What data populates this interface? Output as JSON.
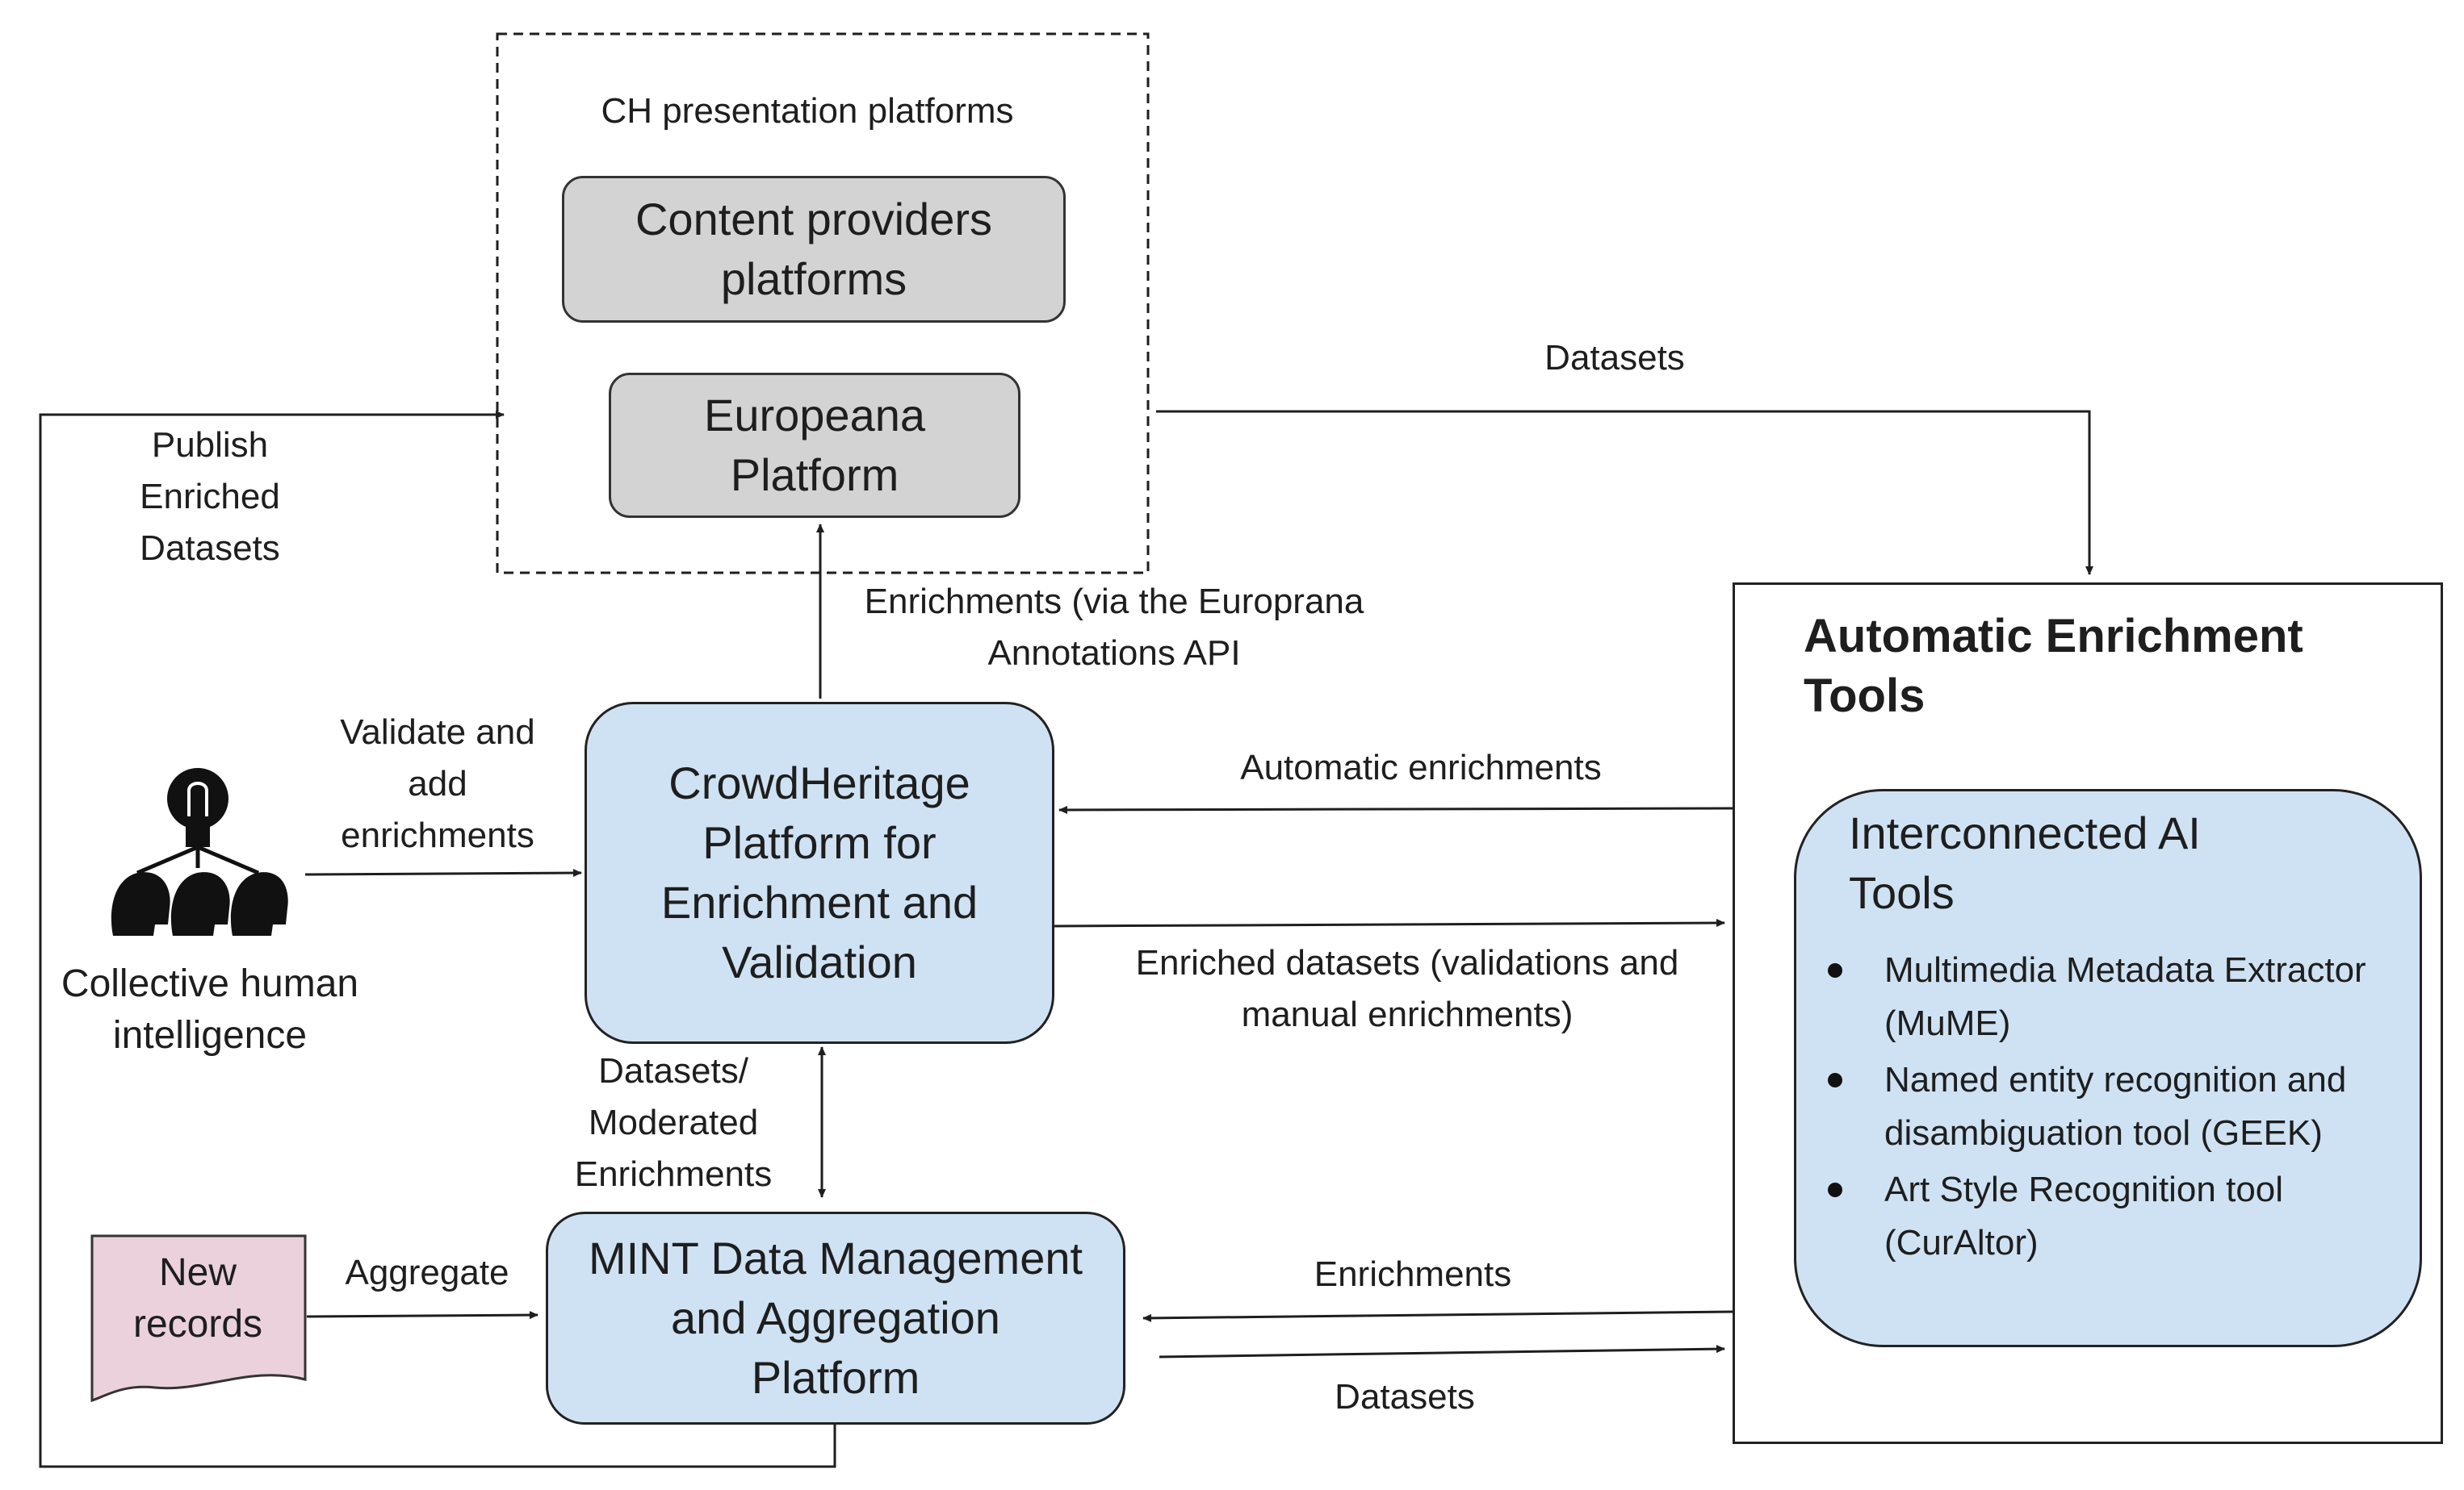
{
  "presentation": {
    "group_label": "CH presentation platforms",
    "content_providers": "Content providers platforms",
    "europeana": "Europeana Platform"
  },
  "crowdheritage": "CrowdHeritage Platform for Enrichment and Validation",
  "mint": "MINT Data Management and Aggregation Platform",
  "new_records": "New records",
  "human": {
    "icon": "collective-intelligence-icon",
    "label": "Collective human intelligence"
  },
  "tools": {
    "title": "Automatic Enrichment Tools",
    "ai_title": "Interconnected AI Tools",
    "items": [
      "Multimedia Metadata Extractor (MuME)",
      "Named entity recognition and disambiguation tool (GEEK)",
      "Art Style Recognition tool (CurAltor)"
    ]
  },
  "edges": {
    "publish": "Publish Enriched Datasets",
    "datasets_top": "Datasets",
    "enrichments_api": "Enrichments (via the Europrana Annotations API",
    "validate": "Validate and add enrichments",
    "automatic": "Automatic enrichments",
    "enriched_datasets": "Enriched datasets (validations and manual enrichments)",
    "datasets_moderated": "Datasets/ Moderated Enrichments",
    "aggregate": "Aggregate",
    "enrichments_bottom": "Enrichments",
    "datasets_bottom": "Datasets"
  },
  "colors": {
    "platform_fill": "#cfe2f3",
    "presentation_fill": "#d3d3d3",
    "records_fill": "#ead1dc",
    "line": "#1e1e1e"
  }
}
